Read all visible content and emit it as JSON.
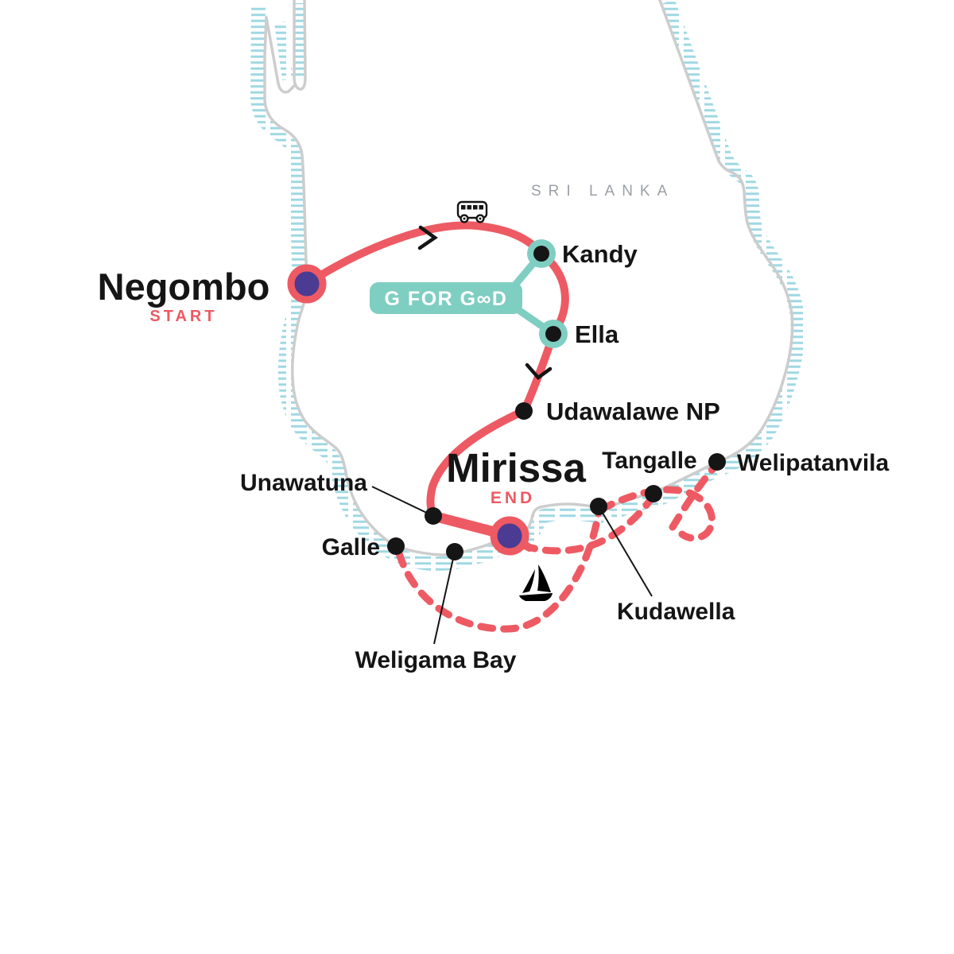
{
  "map": {
    "country": "SRI LANKA",
    "badge": {
      "label": "G FOR G∞D"
    },
    "colors": {
      "route_red": "#EE5A63",
      "badge_teal": "#7FCEC2",
      "marker_purple": "#4B3B92",
      "coast_gray": "#CDCDCD",
      "hatch_blue": "#9FD8E2",
      "country_gray": "#9BA0A6",
      "label_black": "#151515"
    },
    "stops": {
      "negombo": {
        "name": "Negombo",
        "tag": "START"
      },
      "kandy": {
        "name": "Kandy"
      },
      "ella": {
        "name": "Ella"
      },
      "udawalawe": {
        "name": "Udawalawe NP"
      },
      "unawatuna": {
        "name": "Unawatuna"
      },
      "galle": {
        "name": "Galle"
      },
      "weligama": {
        "name": "Weligama Bay"
      },
      "mirissa": {
        "name": "Mirissa",
        "tag": "END"
      },
      "kudawella": {
        "name": "Kudawella"
      },
      "tangalle": {
        "name": "Tangalle"
      },
      "welipatanvila": {
        "name": "Welipatanvila"
      }
    },
    "icons": {
      "bus": "bus-icon",
      "sail": "sailboat-icon"
    }
  }
}
